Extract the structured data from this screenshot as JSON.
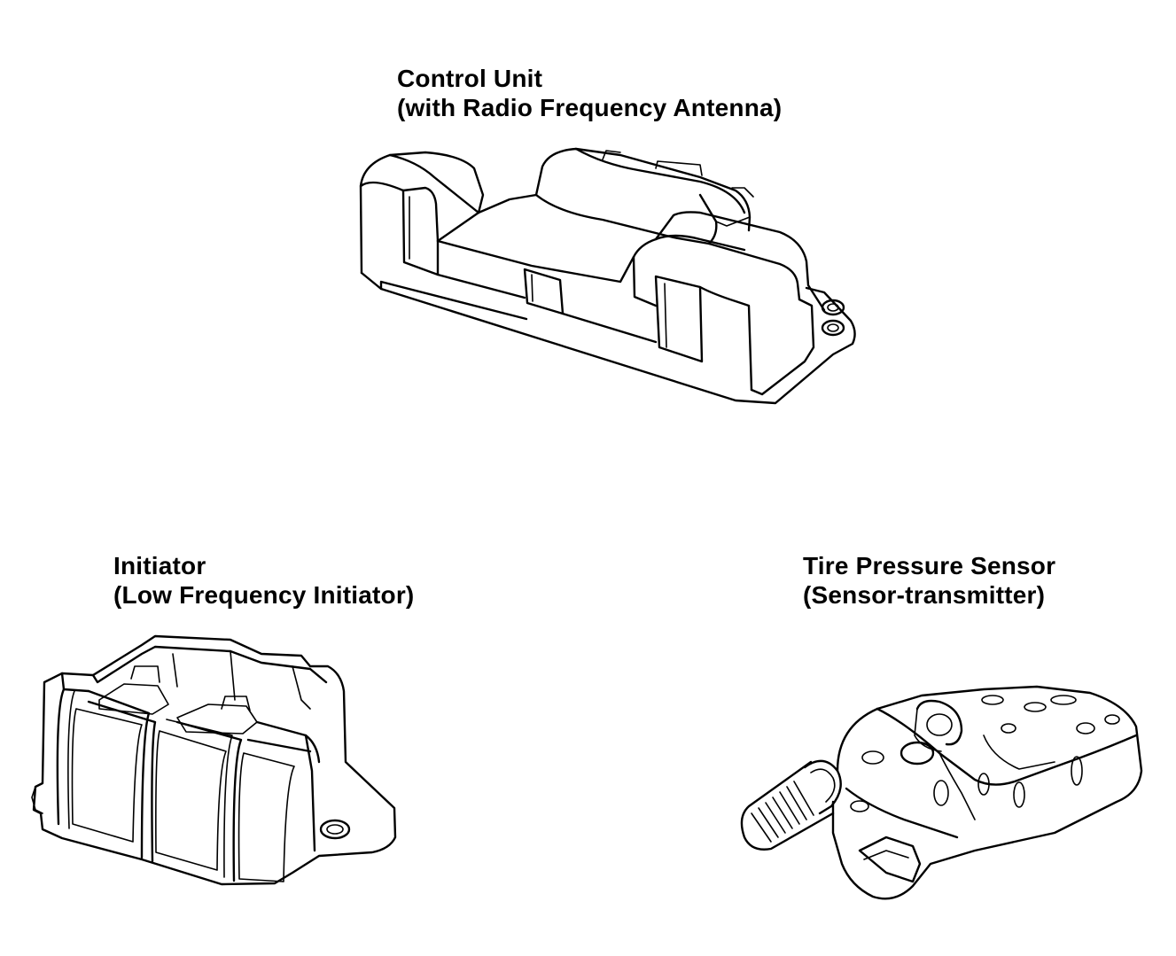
{
  "components": [
    {
      "id": "control-unit",
      "title": "Control Unit",
      "subtitle": "(with Radio Frequency Antenna)"
    },
    {
      "id": "initiator",
      "title": "Initiator",
      "subtitle": "(Low Frequency Initiator)"
    },
    {
      "id": "tire-pressure-sensor",
      "title": "Tire Pressure Sensor",
      "subtitle": "(Sensor-transmitter)"
    }
  ],
  "colors": {
    "line": "#000000",
    "background": "#ffffff"
  }
}
